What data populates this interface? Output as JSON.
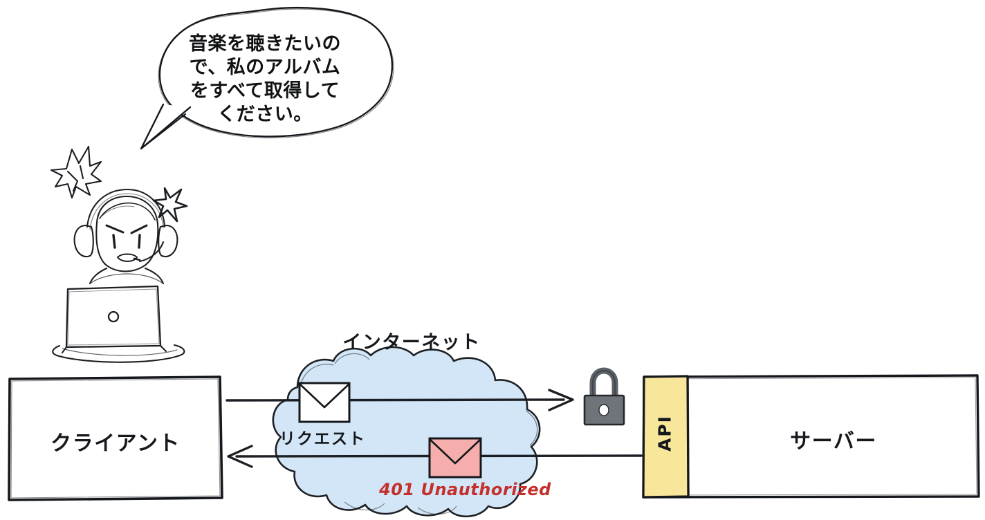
{
  "diagram": {
    "title_implicit": "401 Unauthorized API flow",
    "speech_bubble": {
      "text": "音楽を聴きたいの\nで、私のアルバム\nをすべて取得して\nください。"
    },
    "actor": {
      "name": "angry-headset-user",
      "anger_marks": 2,
      "device": "laptop"
    },
    "client_box": {
      "label": "クライアント"
    },
    "cloud": {
      "label": "インターネット",
      "fill_color": "#d3e6f7",
      "stroke_color": "#1d2024"
    },
    "request": {
      "label": "リクエスト",
      "envelope_color": "#ffffff",
      "direction": "client-to-server"
    },
    "response": {
      "label": "401 Unauthorized",
      "envelope_color": "#f6aeac",
      "text_color": "#c4302c",
      "direction": "server-to-client"
    },
    "lock": {
      "name": "padlock-icon",
      "body_color": "#6f747a",
      "shackle_color": "#5c6168"
    },
    "api_strip": {
      "label": "API",
      "fill_color": "#f8e79b"
    },
    "server_box": {
      "label": "サーバー"
    }
  }
}
